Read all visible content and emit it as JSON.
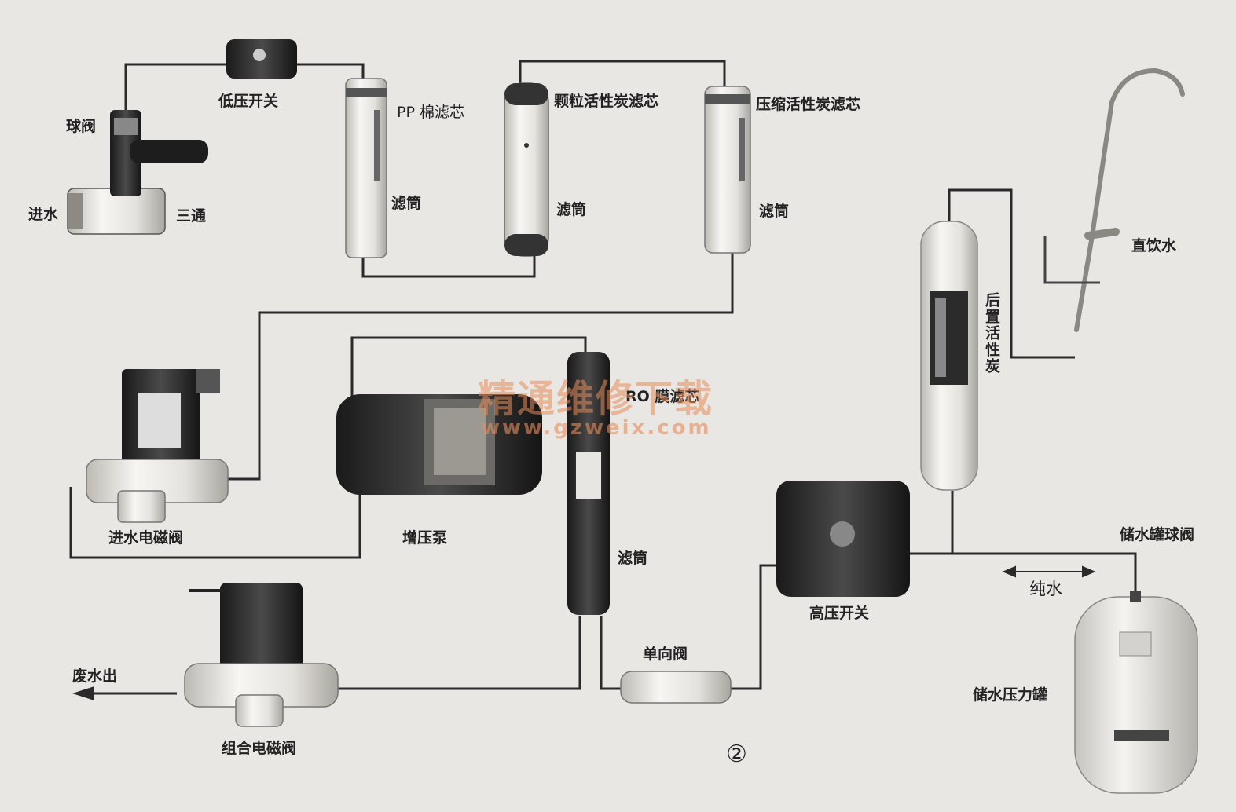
{
  "labels": {
    "low_pressure_switch": "低压开关",
    "ball_valve": "球阀",
    "water_inlet": "进水",
    "tee": "三通",
    "pp_filter": "PP 棉滤芯",
    "granular_carbon": "颗粒活性炭滤芯",
    "compressed_carbon": "压缩活性炭滤芯",
    "housing_1": "滤筒",
    "housing_2": "滤筒",
    "housing_3": "滤筒",
    "housing_ro": "滤筒",
    "direct_drink": "直饮水",
    "post_carbon": "后置活性炭",
    "inlet_solenoid": "进水电磁阀",
    "booster_pump": "增压泵",
    "ro_membrane": "RO 膜滤芯",
    "high_pressure_switch": "高压开关",
    "tank_ball_valve": "储水罐球阀",
    "pure_water": "纯水",
    "check_valve": "单向阀",
    "waste_water_out": "废水出",
    "combo_solenoid": "组合电磁阀",
    "storage_tank": "储水压力罐",
    "figure_number": "②"
  },
  "watermark": {
    "line1": "精通维修下载",
    "line2": "www.gzweix.com"
  }
}
